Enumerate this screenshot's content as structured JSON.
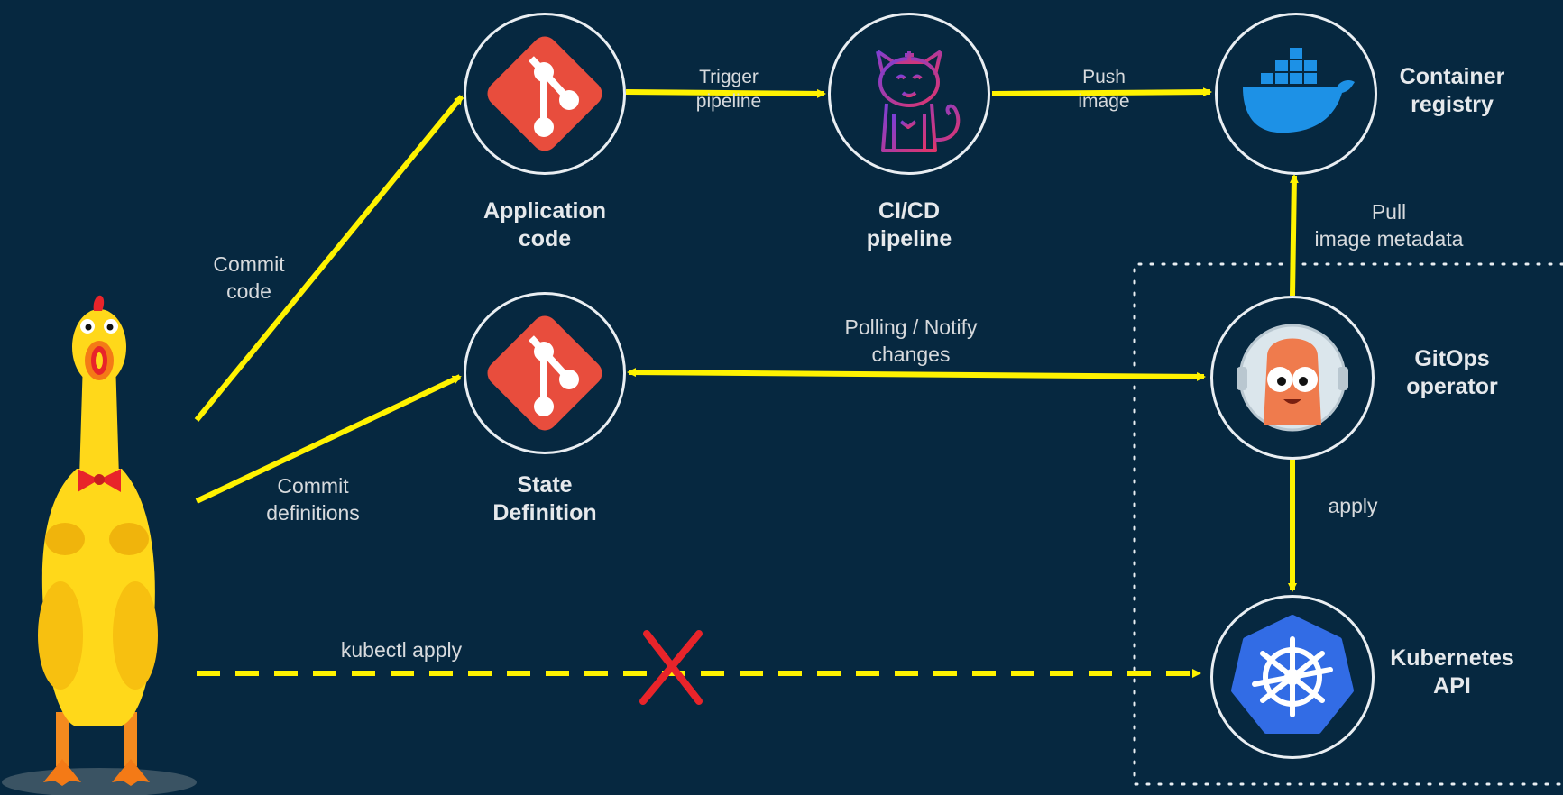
{
  "nodes": {
    "app_code": {
      "label_line1": "Application",
      "label_line2": "code"
    },
    "cicd": {
      "label_line1": "CI/CD",
      "label_line2": "pipeline"
    },
    "registry": {
      "label_line1": "Container",
      "label_line2": "registry"
    },
    "state": {
      "label_line1": "State",
      "label_line2": "Definition"
    },
    "gitops": {
      "label_line1": "GitOps",
      "label_line2": "operator"
    },
    "k8s": {
      "label_line1": "Kubernetes",
      "label_line2": "API"
    }
  },
  "edges": {
    "commit_code": {
      "line1": "Commit",
      "line2": "code"
    },
    "commit_defs": {
      "line1": "Commit",
      "line2": "definitions"
    },
    "trigger": {
      "line1": "Trigger",
      "line2": "pipeline"
    },
    "push": {
      "line1": "Push",
      "line2": "image"
    },
    "pull": {
      "line1": "Pull",
      "line2": "image metadata"
    },
    "polling": {
      "line1": "Polling / Notify",
      "line2": "changes"
    },
    "apply": {
      "line1": "apply"
    },
    "kubectl": {
      "line1": "kubectl apply"
    }
  },
  "colors": {
    "background": "#062840",
    "arrow": "#fff200",
    "git": "#e84d3d",
    "docker": "#1d91e6",
    "kubernetes": "#326ce5",
    "cross": "#e8242a"
  },
  "icons": {
    "person": "rubber-chicken-icon",
    "app_code": "git-icon",
    "state": "git-icon",
    "cicd": "tekton-cat-icon",
    "registry": "docker-whale-icon",
    "gitops": "argo-octopus-icon",
    "k8s": "kubernetes-helm-icon",
    "blocked": "red-x-icon"
  }
}
